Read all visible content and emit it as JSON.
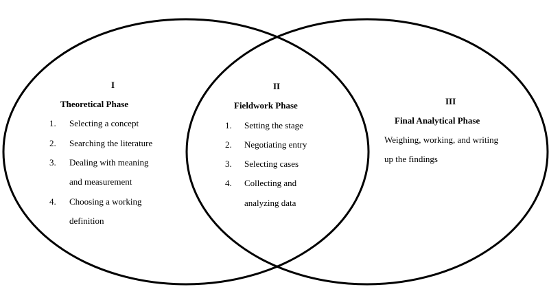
{
  "phases": [
    {
      "numeral": "I",
      "title": "Theoretical Phase",
      "items": [
        {
          "num": "1.",
          "lines": [
            "Selecting a concept"
          ]
        },
        {
          "num": "2.",
          "lines": [
            "Searching the literature"
          ]
        },
        {
          "num": "3.",
          "lines": [
            "Dealing with meaning",
            "and measurement"
          ]
        },
        {
          "num": "4.",
          "lines": [
            "Choosing a working",
            "definition"
          ]
        }
      ]
    },
    {
      "numeral": "II",
      "title": "Fieldwork Phase",
      "items": [
        {
          "num": "1.",
          "lines": [
            "Setting the stage"
          ]
        },
        {
          "num": "2.",
          "lines": [
            "Negotiating entry"
          ]
        },
        {
          "num": "3.",
          "lines": [
            "Selecting cases"
          ]
        },
        {
          "num": "4.",
          "lines": [
            "Collecting and",
            "analyzing data"
          ]
        }
      ]
    },
    {
      "numeral": "III",
      "title": "Final Analytical Phase",
      "body_lines": [
        "Weighing, working, and writing",
        "up the findings"
      ]
    }
  ]
}
